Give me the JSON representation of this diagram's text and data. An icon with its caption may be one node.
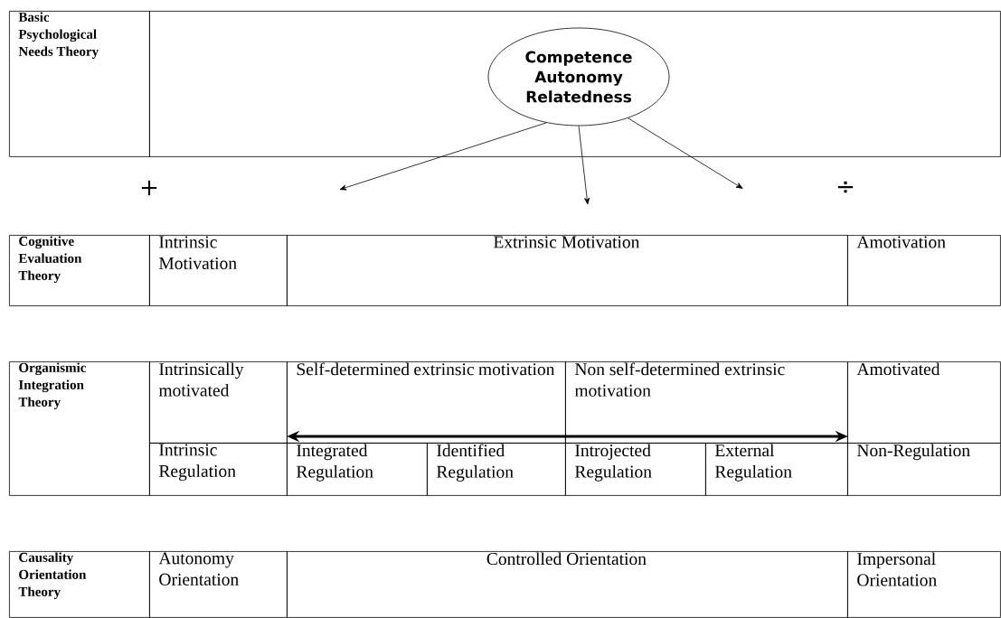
{
  "diagram": {
    "nodes": [
      {
        "text": [
          "Basic Psychological Needs Theory"
        ]
      },
      {
        "text": [],
        "shape": "box"
      },
      {
        "text": [
          "Competence Autonomy Relatedness"
        ],
        "in": 1
      },
      {
        "text": [
          "Cognitive Evaluation Theory"
        ]
      },
      {
        "text": [
          "Intrinsic Motivation"
        ]
      },
      {
        "text": [
          "Extrinsic Motivation"
        ]
      },
      {
        "text": [
          "Amotivation"
        ]
      },
      {
        "text": [
          "Organismic Integration Theory"
        ]
      },
      {
        "text": [
          "Intrinsically motivated"
        ]
      },
      {
        "text": [
          "Self-determined extrinsic motivation"
        ]
      },
      {
        "text": [
          "Non self-determined extrinsic motivation"
        ]
      },
      {
        "text": [
          "Amotivated"
        ]
      },
      {
        "text": [
          "Intrinsic Regulation"
        ]
      },
      {
        "text": [
          "Integrated Regulation"
        ]
      },
      {
        "text": [
          "Identified Regulation"
        ]
      },
      {
        "text": [
          "Introjected Regulation"
        ]
      },
      {
        "text": [
          "External Regulation"
        ]
      },
      {
        "text": [
          "Non-Regulation"
        ]
      },
      {
        "text": [
          "Causality Orientation Theory"
        ]
      },
      {
        "text": [
          "Autonomy Orientation"
        ]
      },
      {
        "text": [
          "Controlled Orientation"
        ]
      },
      {
        "text": [
          "Impersonal Orientation"
        ]
      }
    ],
    "edges": [
      {
        "from": 2,
        "to": null,
        "arrow": "to"
      },
      {
        "from": 2,
        "to": null,
        "arrow": "to"
      },
      {
        "from": 2,
        "to": null,
        "arrow": "to"
      },
      {
        "from": 9,
        "to": 10,
        "arrow": "both",
        "style": "thick"
      }
    ],
    "labels": [
      "+",
      "÷"
    ]
  }
}
